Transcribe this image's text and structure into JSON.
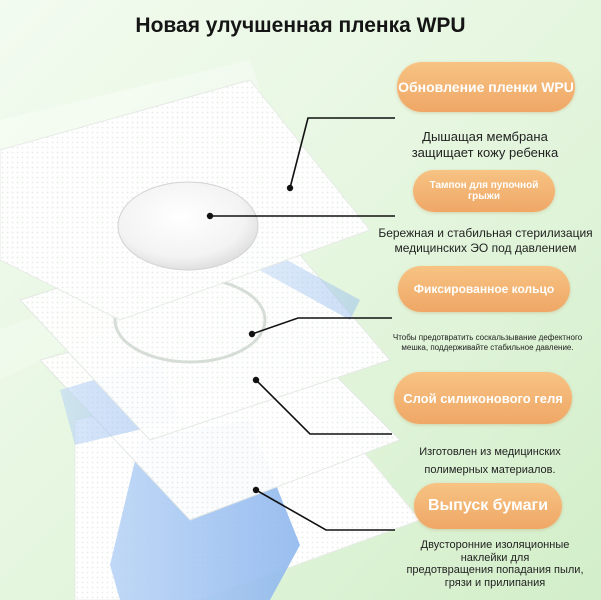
{
  "title": "Новая улучшенная пленка WPU",
  "features": [
    {
      "label": "Обновление пленки WPU",
      "desc": [
        "Дышащая мембрана",
        "защищает кожу ребенка"
      ]
    },
    {
      "label": "Тампон для пупочной грыжи",
      "desc": [
        "Бережная и стабильная стерилизация",
        "медицинских ЭО под давлением"
      ]
    },
    {
      "label": "Фиксированное кольцо",
      "desc": [
        "Чтобы предотвратить соскальзывание дефектного",
        "мешка, поддерживайте стабильное давление."
      ]
    },
    {
      "label": "Слой силиконового геля",
      "desc": [
        "Изготовлен из медицинских",
        "полимерных материалов."
      ]
    },
    {
      "label": "Выпуск бумаги",
      "desc": [
        "Двусторонние изоляционные",
        "наклейки для",
        "предотвращения попадания пыли,",
        "грязи и прилипания"
      ]
    }
  ],
  "colors": {
    "pill": "#f0a866",
    "background": "#e3f4de",
    "line": "#111111"
  }
}
